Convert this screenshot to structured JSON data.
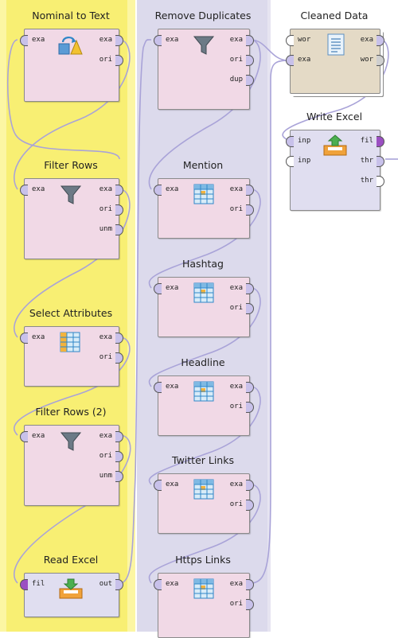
{
  "operators": {
    "nominal_to_text": {
      "title": "Nominal to Text",
      "ports_in": [
        "exa"
      ],
      "ports_out": [
        "exa",
        "ori"
      ]
    },
    "filter_rows": {
      "title": "Filter Rows",
      "ports_in": [
        "exa"
      ],
      "ports_out": [
        "exa",
        "ori",
        "unm"
      ]
    },
    "select_attributes": {
      "title": "Select Attributes",
      "ports_in": [
        "exa"
      ],
      "ports_out": [
        "exa",
        "ori"
      ]
    },
    "filter_rows_2": {
      "title": "Filter Rows (2)",
      "ports_in": [
        "exa"
      ],
      "ports_out": [
        "exa",
        "ori",
        "unm"
      ]
    },
    "read_excel": {
      "title": "Read Excel",
      "ports_in": [
        "fil"
      ],
      "ports_out": [
        "out"
      ]
    },
    "remove_duplicates": {
      "title": "Remove Duplicates",
      "ports_in": [
        "exa"
      ],
      "ports_out": [
        "exa",
        "ori",
        "dup"
      ]
    },
    "mention": {
      "title": "Mention",
      "ports_in": [
        "exa"
      ],
      "ports_out": [
        "exa",
        "ori"
      ]
    },
    "hashtag": {
      "title": "Hashtag",
      "ports_in": [
        "exa"
      ],
      "ports_out": [
        "exa",
        "ori"
      ]
    },
    "headline": {
      "title": "Headline",
      "ports_in": [
        "exa"
      ],
      "ports_out": [
        "exa",
        "ori"
      ]
    },
    "twitter_links": {
      "title": "Twitter Links",
      "ports_in": [
        "exa"
      ],
      "ports_out": [
        "exa",
        "ori"
      ]
    },
    "https_links": {
      "title": "Https Links",
      "ports_in": [
        "exa"
      ],
      "ports_out": [
        "exa",
        "ori"
      ]
    },
    "cleaned_data": {
      "title": "Cleaned Data",
      "ports_in": [
        "wor",
        "exa"
      ],
      "ports_out": [
        "exa",
        "wor"
      ]
    },
    "write_excel": {
      "title": "Write Excel",
      "ports_in": [
        "inp",
        "inp"
      ],
      "ports_out": [
        "fil",
        "thr",
        "thr"
      ]
    }
  },
  "icons": {
    "nominal_to_text": "type-conversion-icon",
    "filter": "funnel-icon",
    "table": "table-grid-icon",
    "read": "import-tray-icon",
    "write": "export-tray-icon",
    "document": "document-icon"
  },
  "colors": {
    "yellow_lane": "#f8ef73",
    "lavender_lane": "#dcdaec",
    "operator_pink": "#f1d9e6",
    "operator_blue": "#e0def0",
    "operator_tan": "#e4dac6",
    "port_fill": "#c8c1ea",
    "wire": "#a9a3d8"
  }
}
